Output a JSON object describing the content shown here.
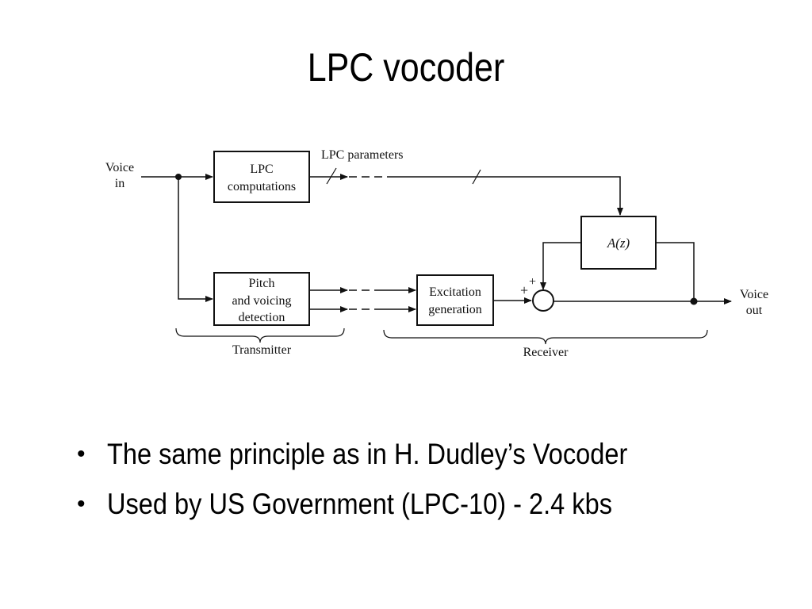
{
  "slide": {
    "title": "LPC vocoder",
    "bullets": [
      "The same principle as in H. Dudley’s Vocoder",
      "Used by US Government (LPC-10) - 2.4 kbs"
    ]
  },
  "diagram": {
    "voice_in_line1": "Voice",
    "voice_in_line2": "in",
    "lpc_box_line1": "LPC",
    "lpc_box_line2": "computations",
    "lpc_parameters": "LPC parameters",
    "pitch_box_line1": "Pitch",
    "pitch_box_line2": "and voicing",
    "pitch_box_line3": "detection",
    "excitation_line1": "Excitation",
    "excitation_line2": "generation",
    "filter_label": "A(z)",
    "plus_outer": "+",
    "plus_top": "+",
    "voice_out_line1": "Voice",
    "voice_out_line2": "out",
    "transmitter": "Transmitter",
    "receiver": "Receiver"
  }
}
